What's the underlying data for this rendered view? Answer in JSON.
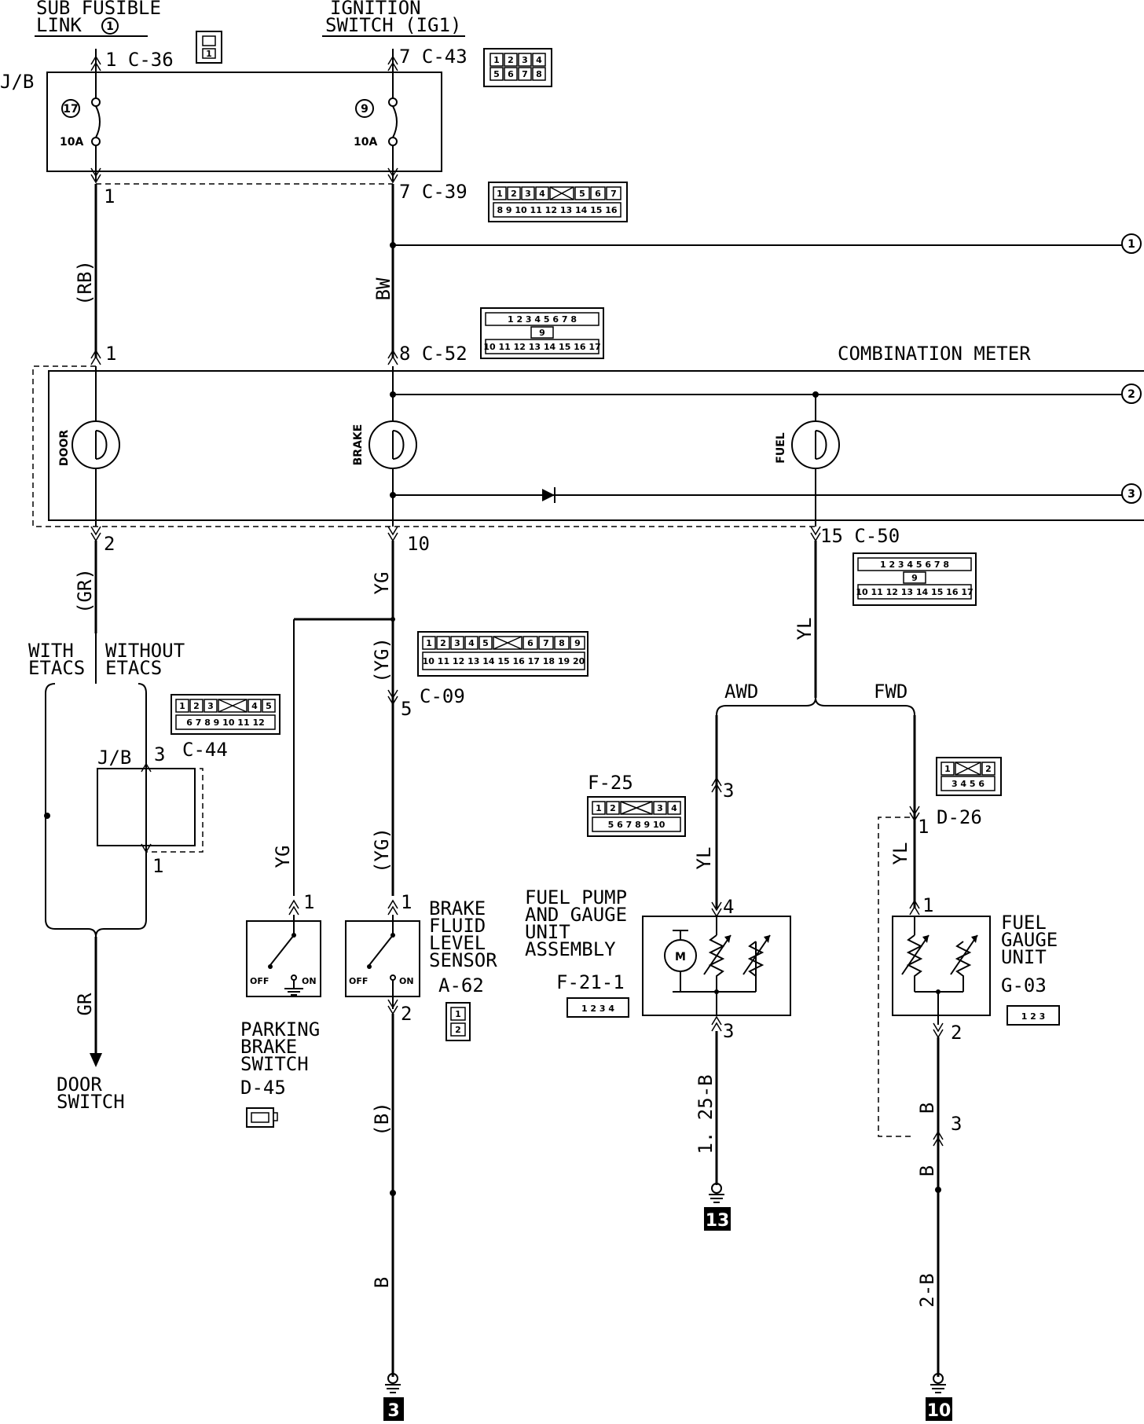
{
  "top": {
    "sub_fusible_link_line1": "SUB FUSIBLE",
    "sub_fusible_link_line2": "LINK",
    "sub_fusible_link_num": "1",
    "ignition_line1": "IGNITION",
    "ignition_line2": "SWITCH (IG1)",
    "jb": "J/B"
  },
  "connectors": {
    "c36": "1 C-36",
    "c43": "7 C-43",
    "c39_left": "1",
    "c39": "7 C-39",
    "c52_left": "1",
    "c52": "8 C-52",
    "c50_2": "2",
    "c50_10": "10",
    "c50": "15 C-50",
    "c09": "C-09",
    "c09_pin": "5",
    "c44": "C-44",
    "c44_pin3": "3",
    "c44_pin1": "1",
    "jb2": "J/B",
    "f25": "F-25",
    "d26": "D-26",
    "d26_pin": "1"
  },
  "fuses": {
    "left_num": "17",
    "left_rating": "10A",
    "right_num": "9",
    "right_rating": "10A"
  },
  "wires": {
    "rb": "(RB)",
    "bw": "BW",
    "gr_paren": "(GR)",
    "yg1": "YG",
    "yg_paren1": "(YG)",
    "yg_paren2": "(YG)",
    "yg_switch": "YG",
    "yl1": "YL",
    "yl2": "YL",
    "yl3": "YL",
    "gr": "GR",
    "b_paren": "(B)",
    "b1": "B",
    "b2": "B",
    "b3": "B",
    "b125": "1. 25-B",
    "b2b": "2-B"
  },
  "meter": {
    "title": "COMBINATION METER",
    "door": "DOOR",
    "brake": "BRAKE",
    "fuel": "FUEL",
    "ref1": "1",
    "ref2": "2",
    "ref3": "3"
  },
  "branches": {
    "with_etacs_1": "WITH",
    "with_etacs_2": "ETACS",
    "without_etacs_1": "WITHOUT",
    "without_etacs_2": "ETACS",
    "awd": "AWD",
    "fwd": "FWD"
  },
  "components": {
    "door_switch_1": "DOOR",
    "door_switch_2": "SWITCH",
    "parking_1": "PARKING",
    "parking_2": "BRAKE",
    "parking_3": "SWITCH",
    "parking_id": "D-45",
    "brake_fluid_1": "BRAKE",
    "brake_fluid_2": "FLUID",
    "brake_fluid_3": "LEVEL",
    "brake_fluid_4": "SENSOR",
    "brake_fluid_id": "A-62",
    "fuel_pump_1": "FUEL PUMP",
    "fuel_pump_2": "AND GAUGE",
    "fuel_pump_3": "UNIT",
    "fuel_pump_4": "ASSEMBLY",
    "fuel_pump_id": "F-21-1",
    "fuel_gauge_1": "FUEL",
    "fuel_gauge_2": "GAUGE",
    "fuel_gauge_3": "UNIT",
    "fuel_gauge_id": "G-03",
    "off": "OFF",
    "on": "ON",
    "motor": "M"
  },
  "pins": {
    "pb_1": "1",
    "bf_1": "1",
    "bf_2": "2",
    "fp_3a": "3",
    "fp_4": "4",
    "fp_3b": "3",
    "fg_1": "1",
    "fg_2": "2",
    "fg_3": "3"
  },
  "grounds": {
    "g3": "3",
    "g13": "13",
    "g10": "10"
  }
}
